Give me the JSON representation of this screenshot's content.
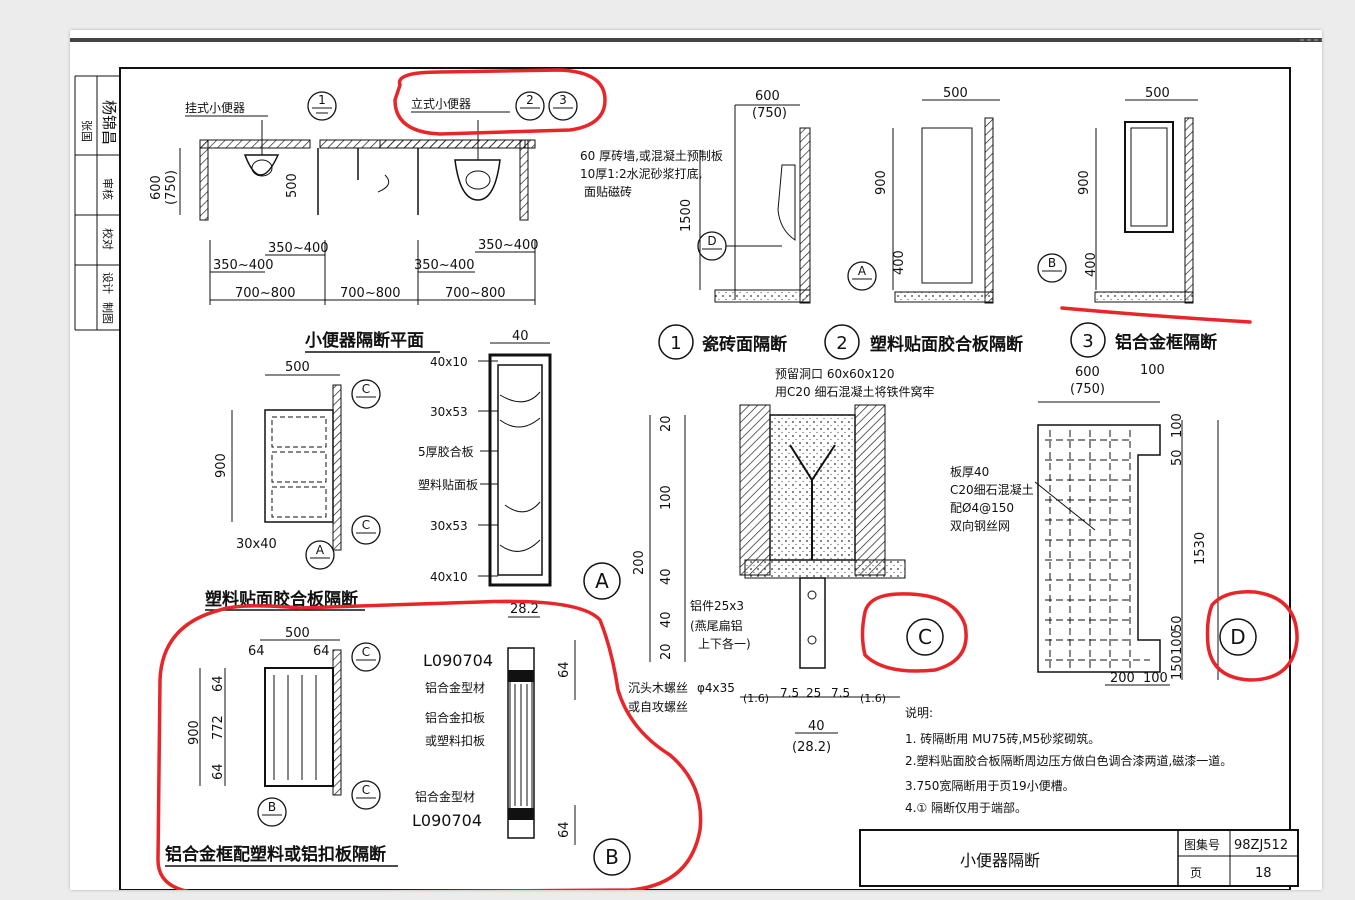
{
  "colors": {
    "annotation_red": "#e8262a",
    "ink": "#111111",
    "paper": "#ffffff"
  },
  "top_plan": {
    "label_wall_urinal": "挂式小便器",
    "label_stand_urinal": "立式小便器",
    "circle_1": "1",
    "circle_2": "2",
    "circle_3": "3",
    "dim_600": "600",
    "dim_750": "(750)",
    "dim_500": "500",
    "dim_350_400_a": "350~400",
    "dim_350_400_b": "350~400",
    "dim_350_400_c": "350~400",
    "dim_350_400_d": "350~400",
    "dim_700_800_a": "700~800",
    "dim_700_800_b": "700~800",
    "dim_700_800_c": "700~800",
    "title": "小便器隔断平面"
  },
  "elevation": {
    "dim_600": "600",
    "dim_750": "(750)",
    "dim_500_a": "500",
    "dim_500_b": "500",
    "dim_1500": "1500",
    "dim_900_a": "900",
    "dim_900_b": "900",
    "dim_400_a": "400",
    "dim_400_b": "400",
    "note_line1": "60 厚砖墙,或混凝土预制板",
    "note_line2": "10厚1:2水泥砂浆打底,",
    "note_line3": "面贴磁砖",
    "tag_D": "D",
    "tag_A": "A",
    "tag_B": "B",
    "cap1_num": "1",
    "cap1_text": "瓷砖面隔断",
    "cap2_num": "2",
    "cap2_text": "塑料贴面胶合板隔断",
    "cap3_num": "3",
    "cap3_text": "铝合金框隔断"
  },
  "plywood": {
    "dim_500": "500",
    "dim_900": "900",
    "dim_30x40": "30x40",
    "tag_C": "C",
    "tag_A": "A",
    "title": "塑料贴面胶合板隔断"
  },
  "section_A": {
    "dim_40": "40",
    "l_40x10_top": "40x10",
    "l_30x53_top": "30x53",
    "l_5ply": "5厚胶合板",
    "l_plastic": "塑料贴面板",
    "l_30x53_bot": "30x53",
    "l_40x10_bot": "40x10",
    "tag": "A"
  },
  "aluminum": {
    "dim_500": "500",
    "dim_64_a": "64",
    "dim_64_b": "64",
    "dim_900": "900",
    "dim_64_v1": "64",
    "dim_772": "772",
    "dim_64_v2": "64",
    "tag_C": "C",
    "tag_B": "B",
    "title": "铝合金框配塑料或铝扣板隔断"
  },
  "section_B": {
    "dim_28": "28.2",
    "code_top": "L090704",
    "l_al_profile": "铝合金型材",
    "l_al_plate": "铝合金扣板",
    "l_plastic_plate": "或塑料扣板",
    "l_al_profile2": "铝合金型材",
    "code_bot": "L090704",
    "dim_64_a": "64",
    "dim_64_b": "64",
    "tag": "B"
  },
  "detail_C": {
    "note_hole": "预留洞口 60x60x120",
    "note_fill": "用C20 细石混凝土将铁件窝牢",
    "dim_20_a": "20",
    "dim_100": "100",
    "dim_200": "200",
    "dim_40_a": "40",
    "dim_40_b": "40",
    "dim_20_b": "20",
    "l_iron": "铝件25x3",
    "l_iron2": "(燕尾扁铝",
    "l_iron3": "上下各一)",
    "l_screw": "沉头木螺丝",
    "l_screw2": "或自攻螺丝",
    "l_phi": "φ4x35",
    "dim_16_a": "(1.6)",
    "dim_75_a": "7.5",
    "dim_25": "25",
    "dim_75_b": "7.5",
    "dim_16_b": "(1.6)",
    "dim_40_w": "40",
    "dim_282": "(28.2)",
    "tag": "C"
  },
  "detail_D": {
    "dim_600": "600",
    "dim_750": "(750)",
    "dim_100": "100",
    "dim_50": "50",
    "dim_100_v": "100",
    "dim_1530": "1530",
    "dim_50b": "50",
    "dim_100b": "100",
    "dim_150": "150",
    "dim_200": "200",
    "dim_100c": "100",
    "l_thick": "板厚40",
    "l_conc": "C20细石混凝土",
    "l_rebar": "配Ø4@150",
    "l_mesh": "双向钢丝网",
    "tag": "D"
  },
  "notes": {
    "heading": "说明:",
    "n1": "1. 砖隔断用 MU75砖,M5砂浆砌筑。",
    "n2": "2.塑料贴面胶合板隔断周边压方做白色调合漆两道,磁漆一道。",
    "n3": "3.750宽隔断用于页19小便槽。",
    "n4": "4.① 隔断仅用于端部。"
  },
  "title_block": {
    "name": "小便器隔断",
    "atlas_label": "图集号",
    "atlas_no": "98ZJ512",
    "page_label": "页",
    "page_no": "18"
  },
  "side_stamp": {
    "sig1": "张国",
    "sig2": "杨锦昌",
    "r1": "审核",
    "r2": "校对",
    "r3": "设计",
    "r4": "制图"
  }
}
